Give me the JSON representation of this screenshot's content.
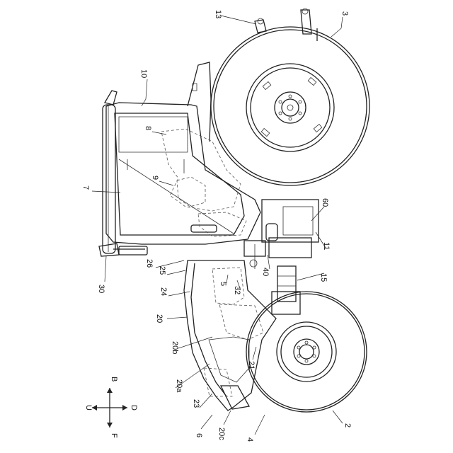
{
  "labels": {
    "l13": "13",
    "l3": "3",
    "l10": "10",
    "l8": "8",
    "l9": "9",
    "l7": "7",
    "l60": "60",
    "l11": "11",
    "l30": "30",
    "l26": "26",
    "l25": "25",
    "l40": "40",
    "l15": "15",
    "l24": "24",
    "l5": "5",
    "l32": "32",
    "l20": "20",
    "l20b": "20b",
    "l21": "21",
    "l20a": "20a",
    "l23": "23",
    "l6": "6",
    "l20c": "20c",
    "l4": "4",
    "l2": "2"
  },
  "compass": {
    "up": "U",
    "back": "B",
    "front": "F",
    "down": "D"
  }
}
